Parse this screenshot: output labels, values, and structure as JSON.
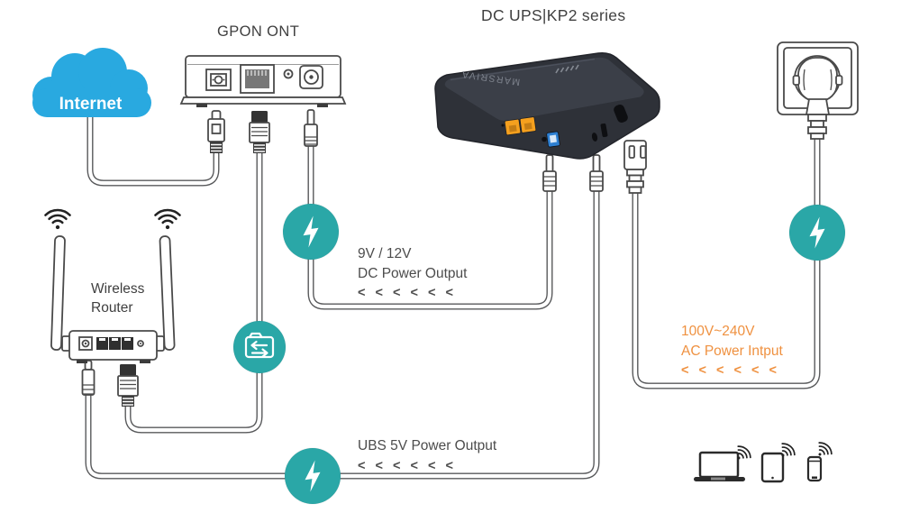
{
  "diagram": {
    "title": "DC UPS|KP2 series",
    "internet": {
      "label": "Internet"
    },
    "gpon_ont": {
      "label": "GPON ONT"
    },
    "wireless_router": {
      "label_line1": "Wireless",
      "label_line2": "Router"
    },
    "dc_ups": {
      "brand": "MARSRIVA"
    },
    "annotations": {
      "dc_output": {
        "line1": "9V / 12V",
        "line2": "DC Power Output",
        "chevrons": "< < < < < <"
      },
      "usb_output": {
        "line1": "UBS 5V Power Output",
        "chevrons": "< < < < < <"
      },
      "ac_input": {
        "line1": "100V~240V",
        "line2": "AC Power Intput",
        "chevrons": "< < < < < <"
      }
    },
    "icons": {
      "power": "lightning-bolt",
      "data": "folder-transfer",
      "wifi": "wifi-waves",
      "clients": [
        "laptop",
        "tablet",
        "smartphone"
      ]
    },
    "colors": {
      "teal": "#2aa7a7",
      "cloud_blue": "#29a9e0",
      "orange": "#ef9140",
      "port_orange": "#f5a01e",
      "port_blue": "#2d7fd1",
      "line": "#58595b",
      "text": "#3f3f3f"
    }
  }
}
